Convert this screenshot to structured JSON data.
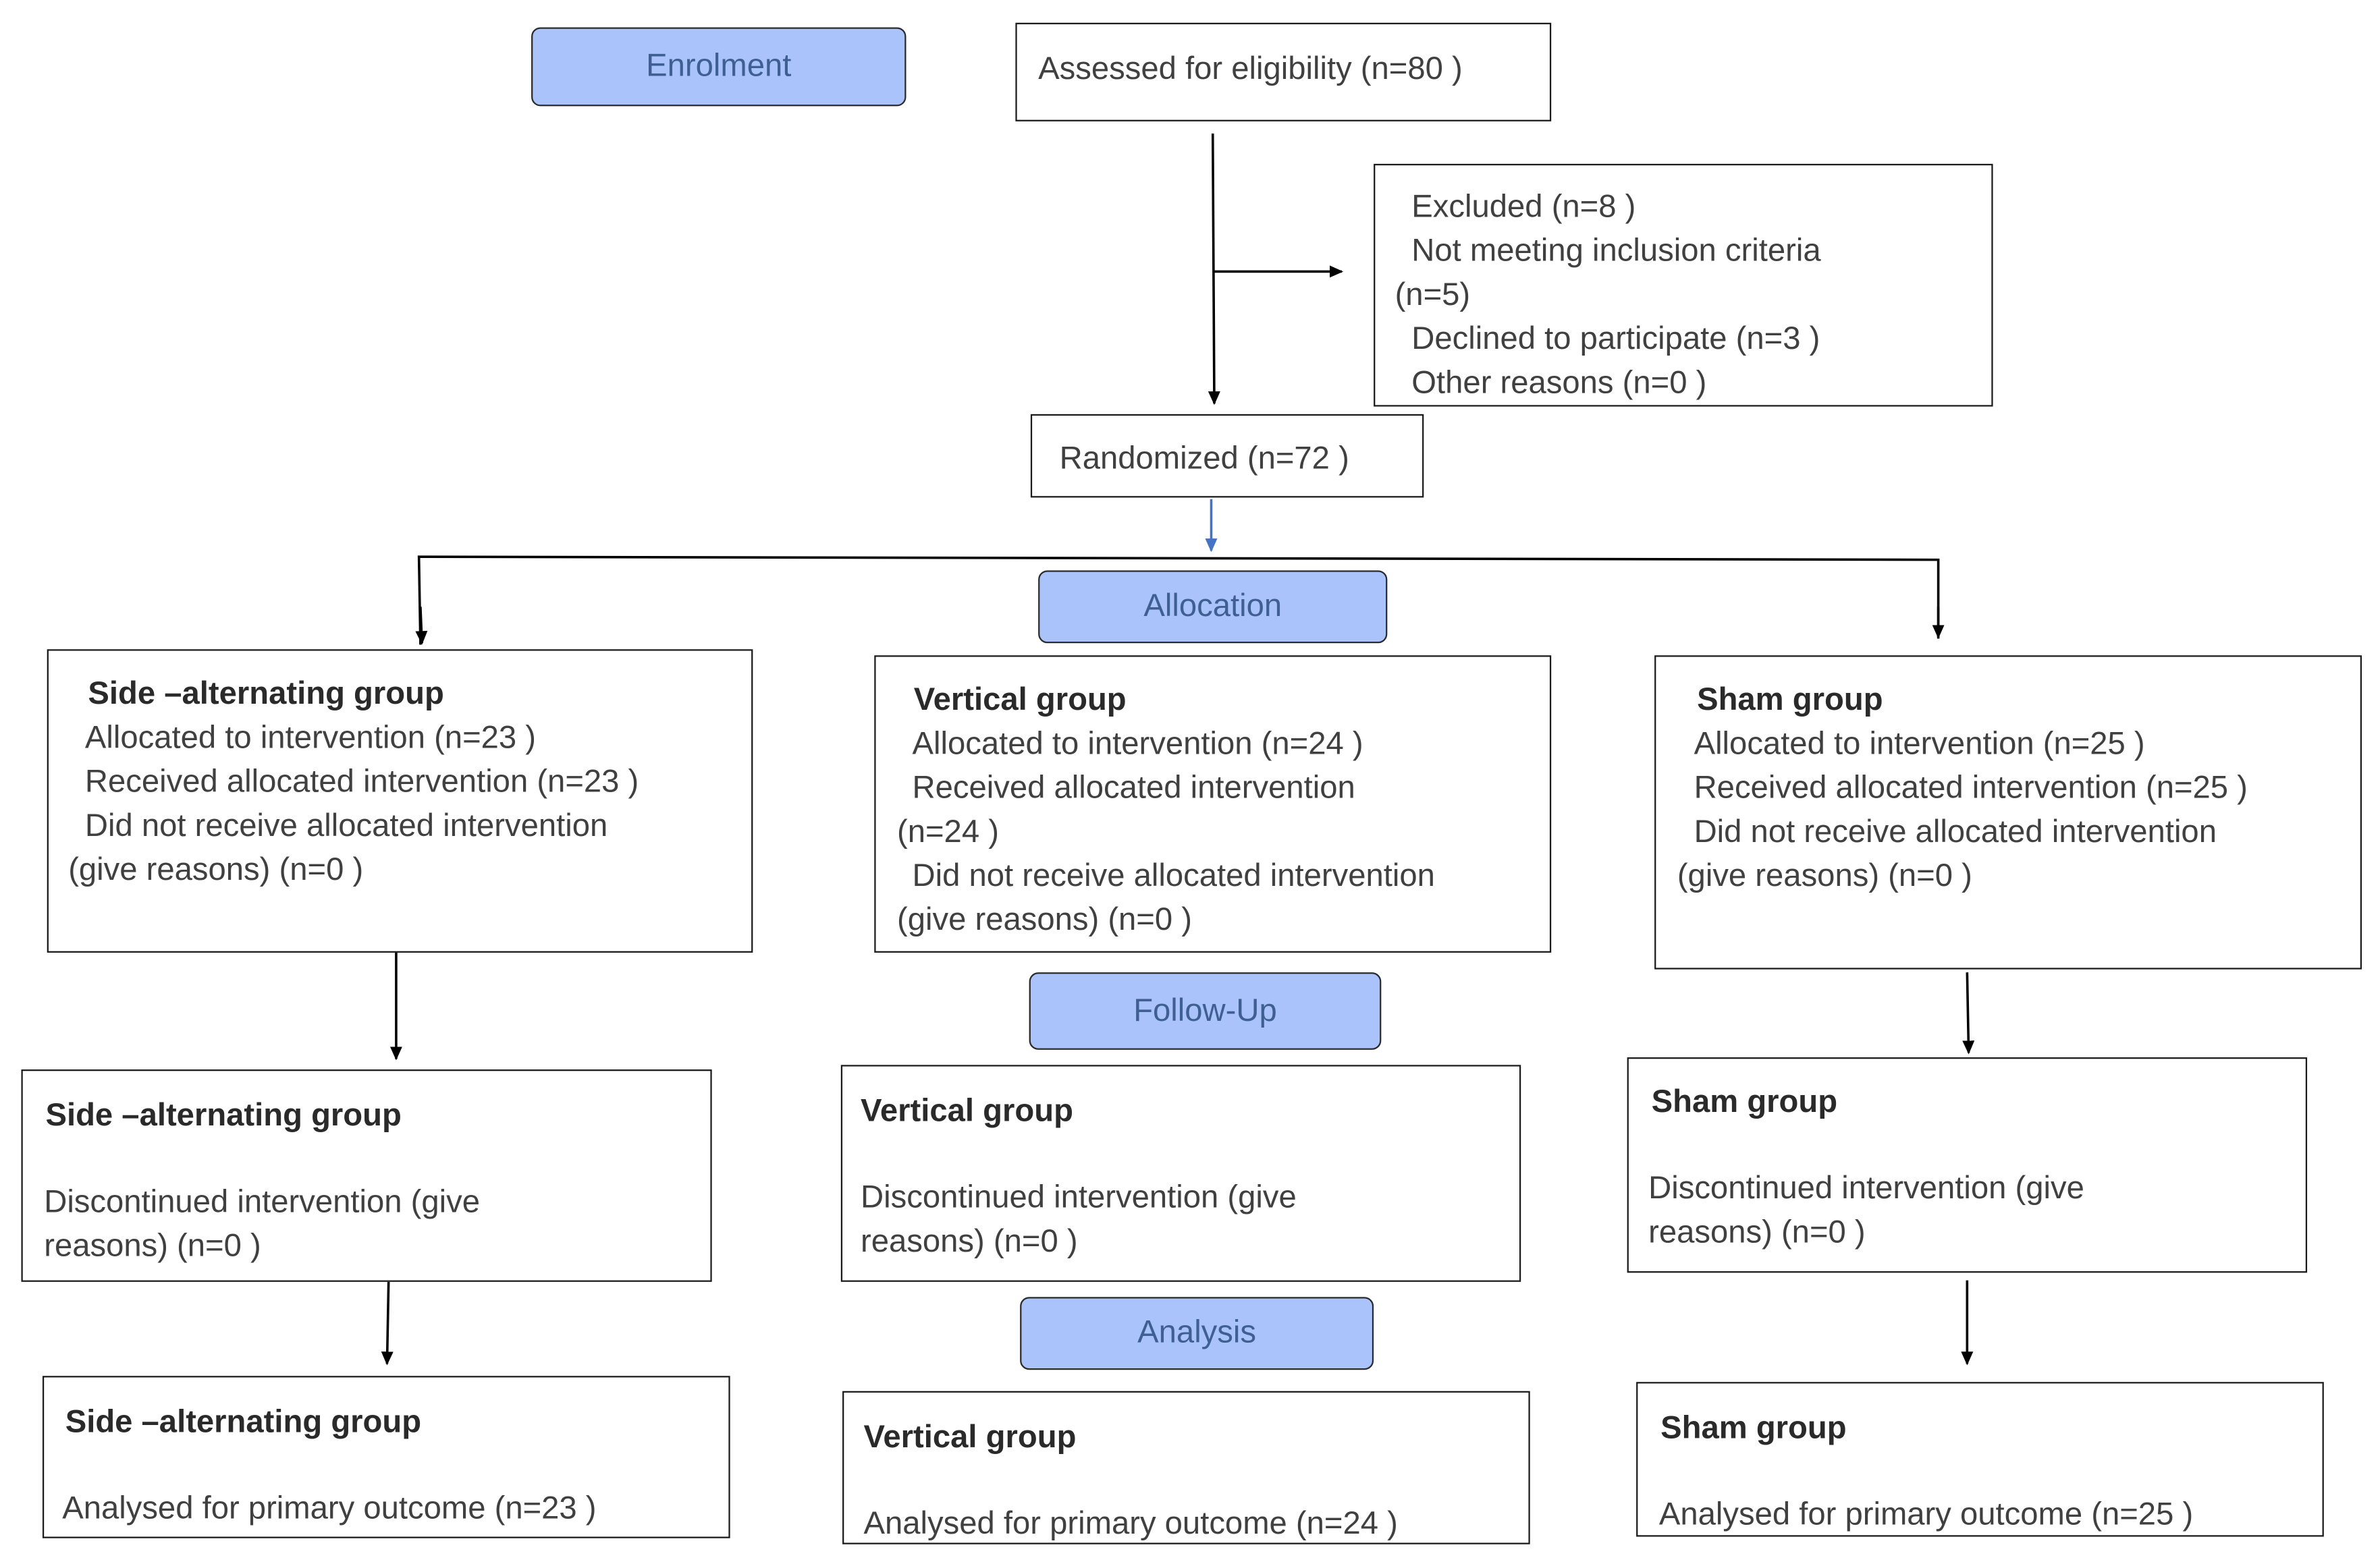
{
  "stages": {
    "enrolment": "Enrolment",
    "allocation": "Allocation",
    "follow_up": "Follow-Up",
    "analysis": "Analysis"
  },
  "assessed": "Assessed for eligibility (n=80 )",
  "excluded": {
    "title": "Excluded (n=8 )",
    "line1a": "Not meeting inclusion criteria",
    "line1b": "(n=5)",
    "line2": "Declined to participate (n=3 )",
    "line3": "Other reasons (n=0 )"
  },
  "randomized": "Randomized (n=72 )",
  "groups": {
    "side": {
      "name": "Side –alternating group",
      "allocated": "Allocated to intervention (n=23 )",
      "received": "Received allocated intervention (n=23 )",
      "not_received_a": "Did not receive allocated intervention",
      "not_received_b": "(give reasons) (n=0 )",
      "discontinued_a": "Discontinued intervention (give",
      "discontinued_b": "reasons) (n=0 )",
      "analysed": "Analysed for primary outcome (n=23 )"
    },
    "vertical": {
      "name": "Vertical group",
      "allocated": "Allocated to intervention (n=24 )",
      "received_a": "Received allocated intervention",
      "received_b": "(n=24 )",
      "not_received_a": "Did not receive allocated intervention",
      "not_received_b": "(give reasons) (n=0 )",
      "discontinued_a": "Discontinued intervention (give",
      "discontinued_b": "reasons) (n=0 )",
      "analysed": "Analysed for primary outcome (n=24 )"
    },
    "sham": {
      "name": "Sham group",
      "allocated": "Allocated to intervention (n=25 )",
      "received": "Received allocated intervention (n=25 )",
      "not_received_a": "Did not receive allocated intervention",
      "not_received_b": "(give reasons) (n=0 )",
      "discontinued_a": "Discontinued intervention (give",
      "discontinued_b": "reasons) (n=0 )",
      "analysed": "Analysed for primary outcome (n=25 )"
    }
  },
  "colors": {
    "stage_fill": "#aac4fb",
    "stage_text": "#3f5f92",
    "arrow": "#000000",
    "arrow_blue": "#4472c4"
  }
}
